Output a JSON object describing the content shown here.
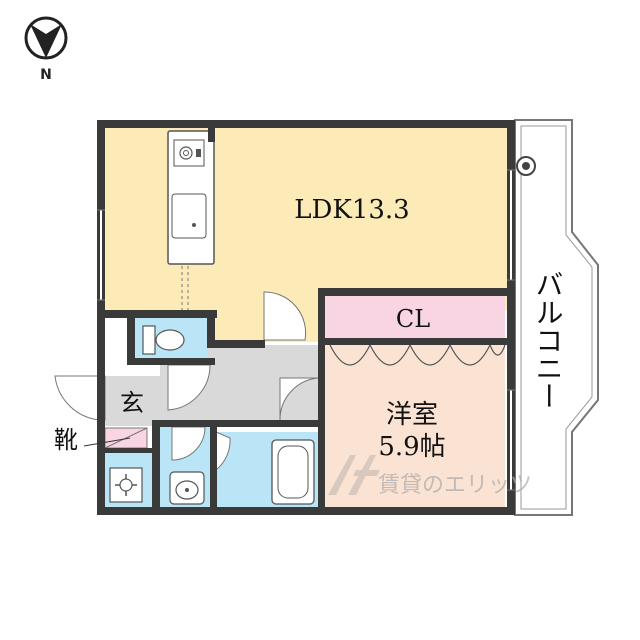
{
  "compass": {
    "label": "N",
    "icon": "north-arrow-icon"
  },
  "rooms": {
    "ldk": {
      "label": "LDK13.3"
    },
    "closet": {
      "label": "CL"
    },
    "western": {
      "label_line1": "洋室",
      "label_line2": "5.9帖"
    },
    "entrance": {
      "label": "玄"
    },
    "shoes": {
      "label": "靴"
    },
    "balcony": {
      "label": "バルコニー"
    }
  },
  "watermark": {
    "text": "賃貸のエリッツ",
    "logo_icon": "eletz-logo-icon"
  },
  "colors": {
    "ldk": "#fcebb6",
    "closet": "#f9d4e3",
    "western": "#fbe3d3",
    "wet": "#b9e5f7",
    "hall": "#d9d9d9",
    "wall": "#3a3a3a",
    "shoe_box": "#f9d4e3"
  }
}
